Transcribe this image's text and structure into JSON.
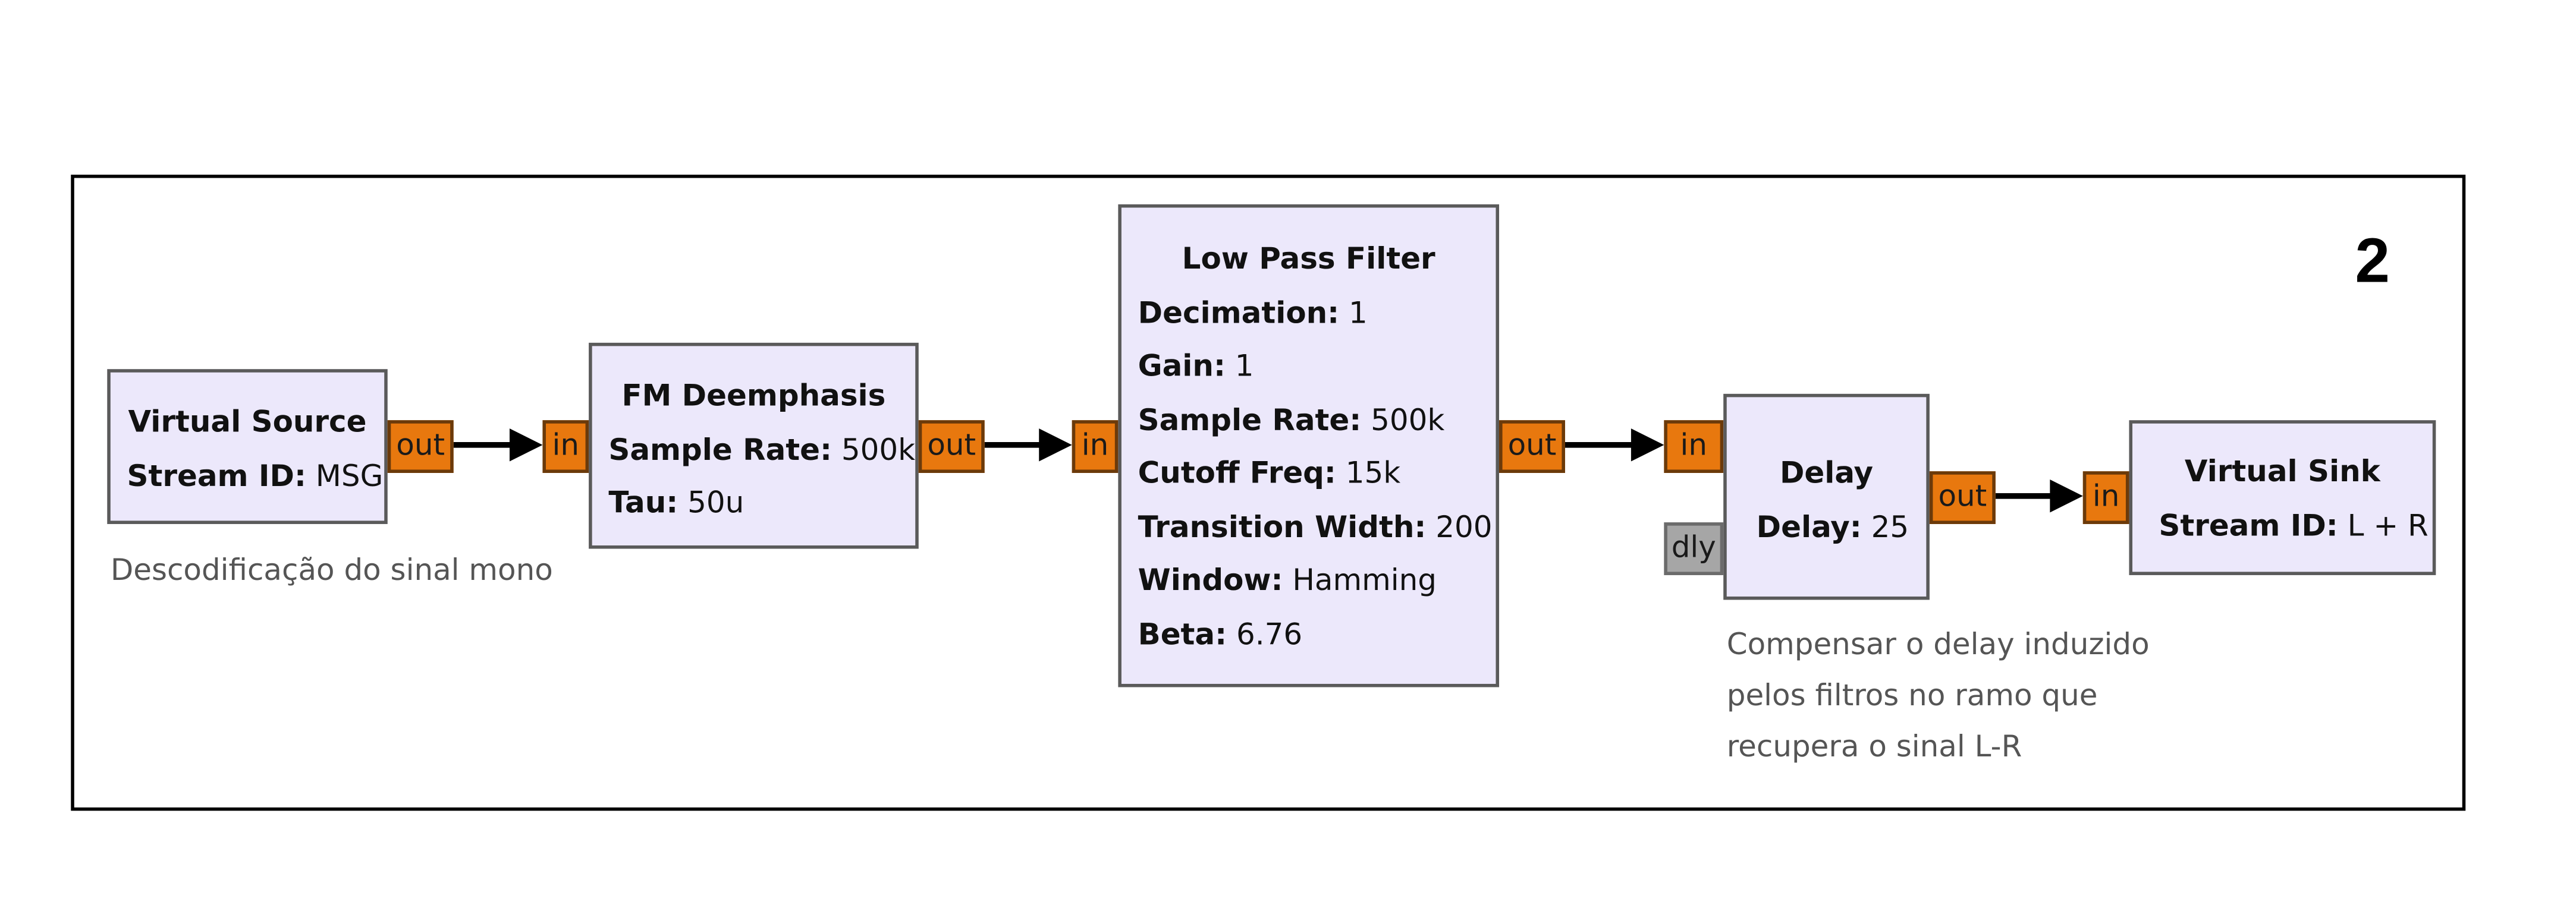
{
  "badge": "2",
  "blocks": [
    {
      "title": "Virtual Source",
      "params": [
        {
          "k": "Stream ID:",
          "v": " MSG"
        }
      ]
    },
    {
      "title": "FM Deemphasis",
      "params": [
        {
          "k": "Sample Rate:",
          "v": " 500k"
        },
        {
          "k": "Tau:",
          "v": " 50u"
        }
      ]
    },
    {
      "title": "Low Pass Filter",
      "params": [
        {
          "k": "Decimation:",
          "v": " 1"
        },
        {
          "k": "Gain:",
          "v": " 1"
        },
        {
          "k": "Sample Rate:",
          "v": " 500k"
        },
        {
          "k": "Cutoff Freq:",
          "v": " 15k"
        },
        {
          "k": "Transition Width:",
          "v": " 200"
        },
        {
          "k": "Window:",
          "v": " Hamming"
        },
        {
          "k": "Beta:",
          "v": " 6.76"
        }
      ]
    },
    {
      "title": "Delay",
      "params": [
        {
          "k": "Delay:",
          "v": " 25"
        }
      ]
    },
    {
      "title": "Virtual Sink",
      "params": [
        {
          "k": "Stream ID:",
          "v": " L + R"
        }
      ]
    }
  ],
  "ports": {
    "out": "out",
    "in": "in",
    "dly": "dly"
  },
  "notes": {
    "source": "Descodificação do sinal mono",
    "delay": [
      "Compensar o delay induzido",
      "pelos filtros no ramo que",
      "recupera o sinal L-R"
    ]
  },
  "colors": {
    "block_fill": "#ece8fb",
    "port_fill": "#e8780e",
    "aux_port_fill": "#a6a6a6"
  }
}
